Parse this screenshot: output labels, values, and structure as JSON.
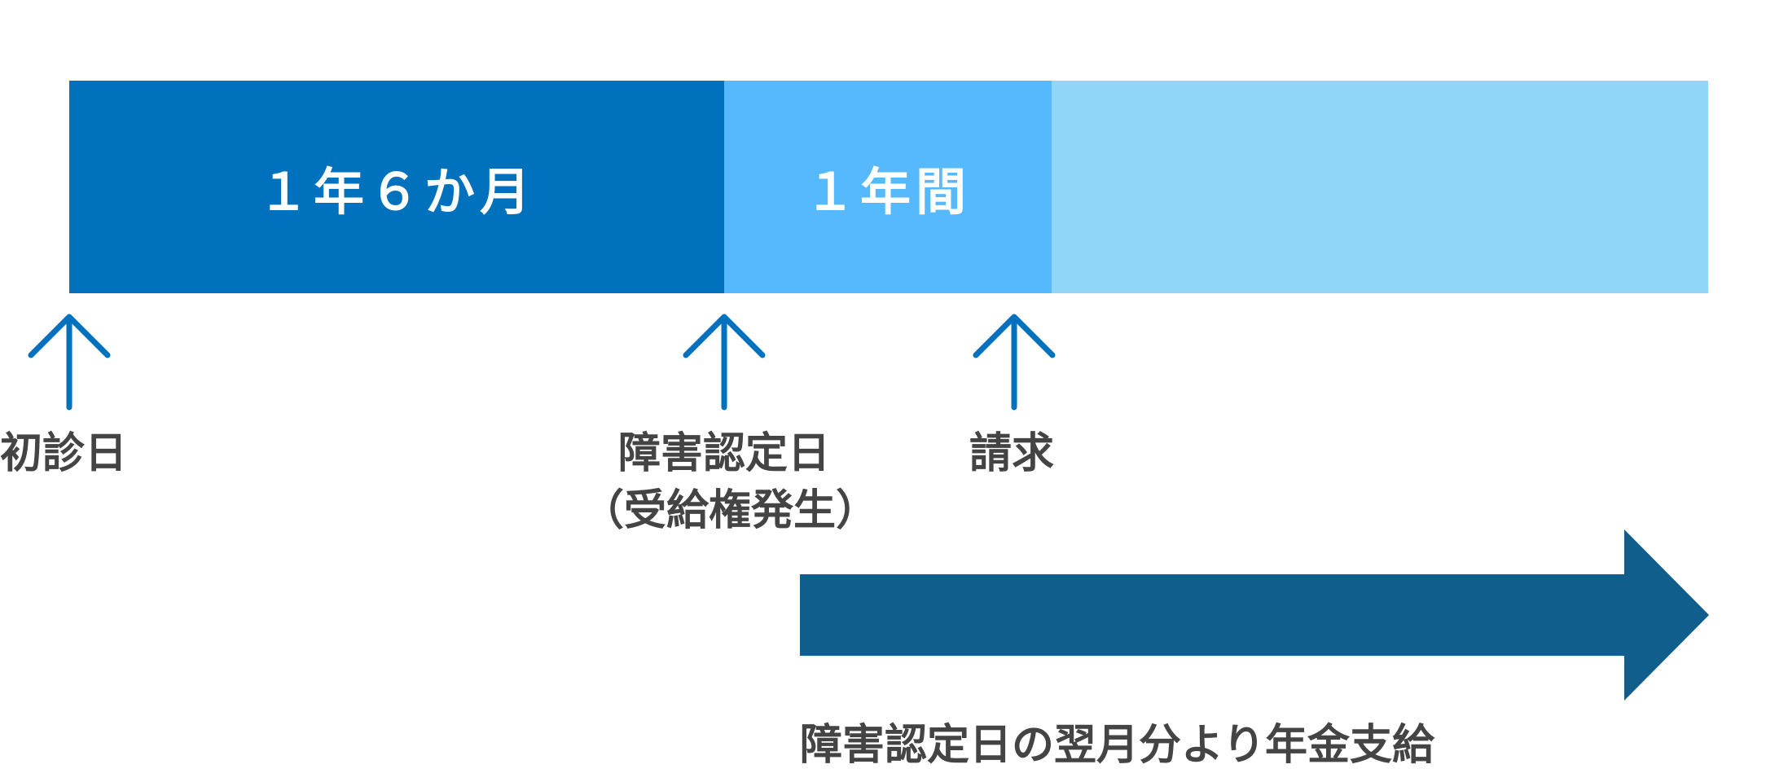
{
  "colors": {
    "segment_1": "#0071BC",
    "segment_2": "#56B9FD",
    "segment_3": "#8FD6F8",
    "marker": "#0071BC",
    "payment_arrow": "#0F5E8C",
    "text": "#444444"
  },
  "timeline": {
    "segments": [
      {
        "label": "１年６か月"
      },
      {
        "label": "１年間"
      },
      {
        "label": ""
      }
    ]
  },
  "markers": [
    {
      "label": "初診日",
      "sublabel": ""
    },
    {
      "label": "障害認定日",
      "sublabel": "（受給権発生）"
    },
    {
      "label": "請求",
      "sublabel": ""
    }
  ],
  "payment": {
    "label": "障害認定日の翌月分より年金支給"
  }
}
